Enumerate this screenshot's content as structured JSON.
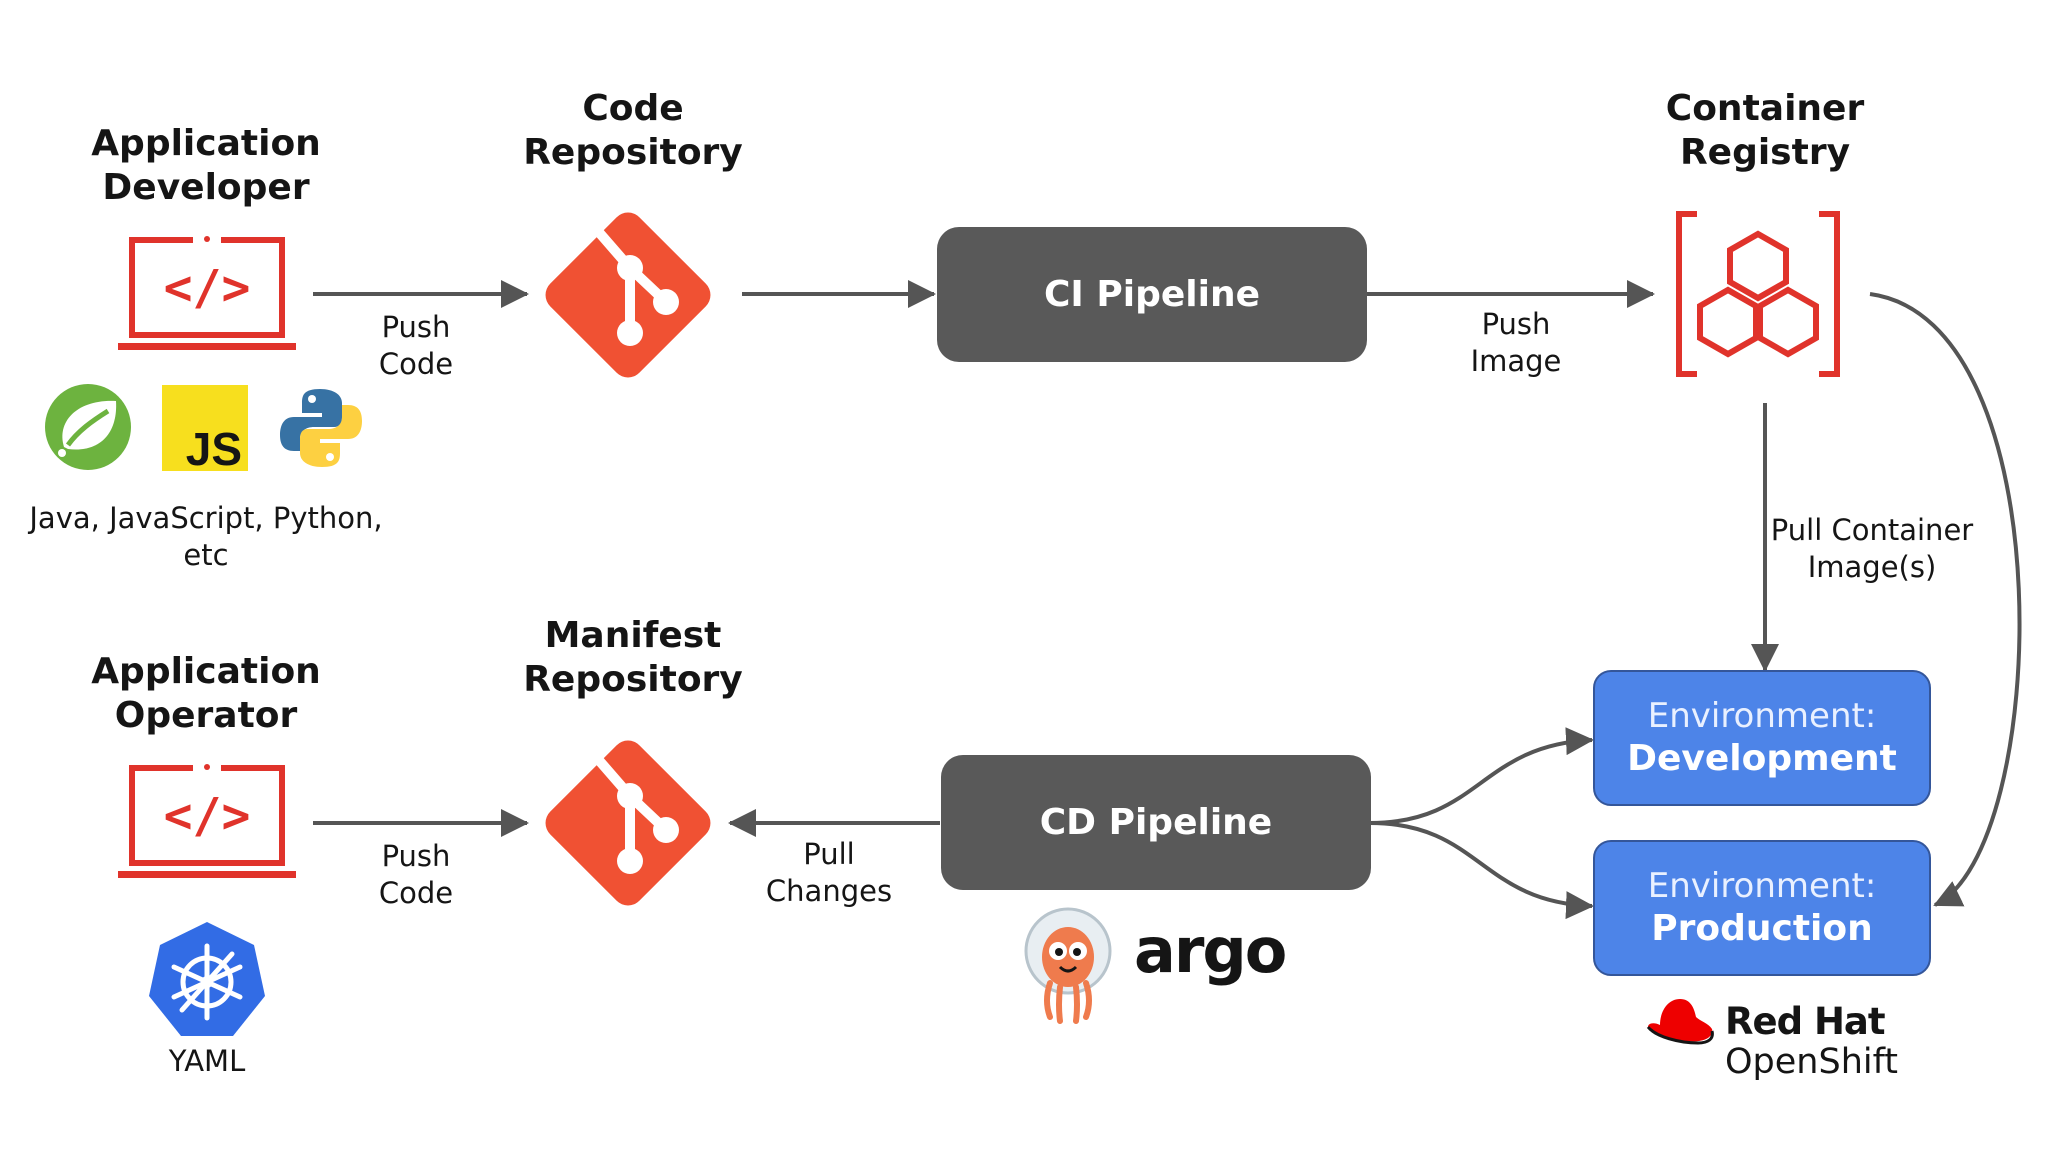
{
  "actors": {
    "developer": {
      "line1": "Application",
      "line2": "Developer"
    },
    "operator": {
      "line1": "Application",
      "line2": "Operator"
    },
    "code_repo": {
      "line1": "Code",
      "line2": "Repository"
    },
    "manifest_repo": {
      "line1": "Manifest",
      "line2": "Repository"
    },
    "registry": {
      "line1": "Container",
      "line2": "Registry"
    }
  },
  "languages": {
    "line1": "Java, JavaScript, Python,",
    "line2": "etc",
    "js_badge": "JS"
  },
  "yaml_label": "YAML",
  "pipelines": {
    "ci": "CI Pipeline",
    "cd": "CD Pipeline"
  },
  "environments": {
    "dev": {
      "prefix": "Environment:",
      "name": "Development"
    },
    "prod": {
      "prefix": "Environment:",
      "name": "Production"
    }
  },
  "edges": {
    "dev_push": {
      "line1": "Push",
      "line2": "Code"
    },
    "ci_push": {
      "line1": "Push",
      "line2": "Image"
    },
    "pull_image": {
      "line1": "Pull Container",
      "line2": "Image(s)"
    },
    "op_push": {
      "line1": "Push",
      "line2": "Code"
    },
    "pull_changes": {
      "line1": "Pull",
      "line2": "Changes"
    }
  },
  "brands": {
    "argo": "argo",
    "redhat_line1": "Red Hat",
    "redhat_line2": "OpenShift"
  },
  "colors": {
    "red_accent": "#e0332b",
    "git_orange": "#f05133",
    "pipeline_gray": "#595959",
    "env_blue": "#4d84e8",
    "arrow_gray": "#555555"
  },
  "icons": {
    "laptop": "laptop-code-icon",
    "git": "git-icon",
    "registry": "container-registry-icon",
    "spring": "spring-icon",
    "javascript": "javascript-icon",
    "python": "python-icon",
    "kubernetes": "kubernetes-icon",
    "argo": "argo-mascot-icon",
    "redhat": "redhat-hat-icon"
  }
}
